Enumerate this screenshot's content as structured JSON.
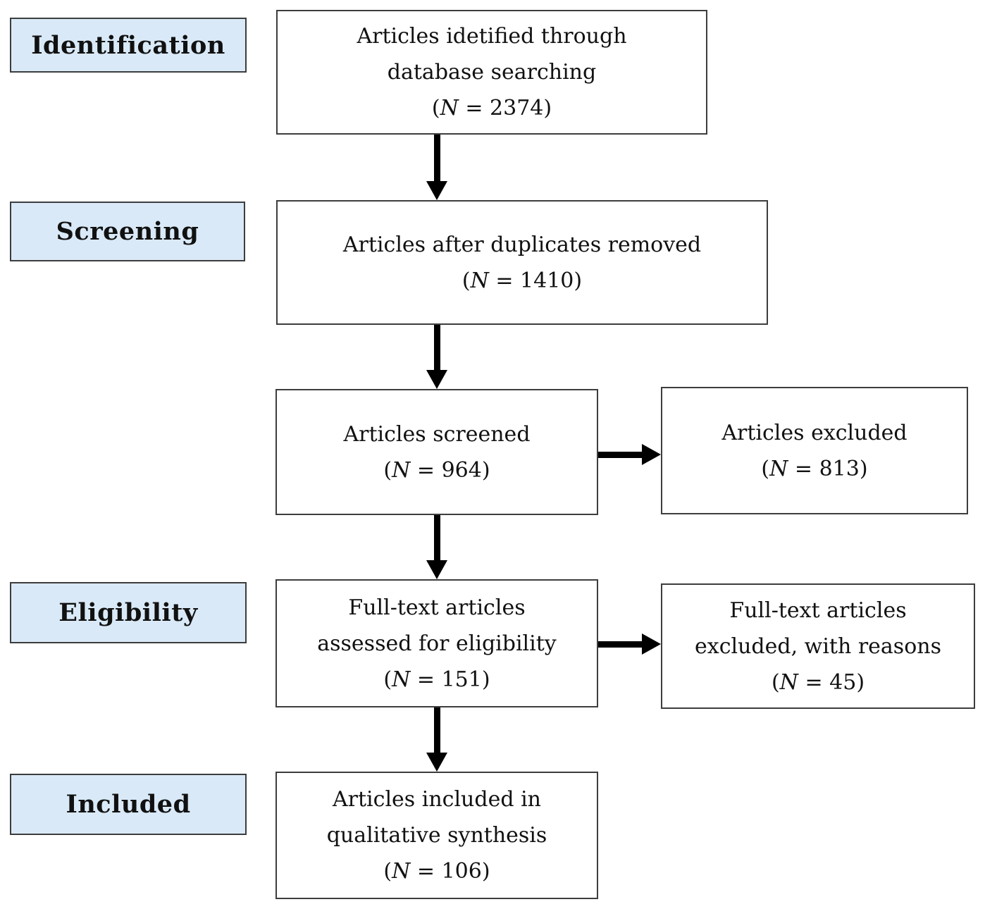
{
  "diagram": {
    "type": "prisma-flowchart",
    "stages": {
      "identification": {
        "label": "Identification"
      },
      "screening": {
        "label": "Screening"
      },
      "eligibility": {
        "label": "Eligibility"
      },
      "included": {
        "label": "Included"
      }
    },
    "boxes": {
      "identified": {
        "lines": [
          "Articles idetified through",
          "database searching"
        ],
        "count": {
          "open": "(",
          "var": "N",
          "eq": " = ",
          "value": "2374",
          "close": ")"
        }
      },
      "duplicates_removed": {
        "lines": [
          "Articles after duplicates removed"
        ],
        "count": {
          "open": "(",
          "var": "N",
          "eq": " = ",
          "value": "1410",
          "close": ")"
        }
      },
      "screened": {
        "lines": [
          "Articles screened"
        ],
        "count": {
          "open": "(",
          "var": "N",
          "eq": " = ",
          "value": "964",
          "close": ")"
        }
      },
      "excluded": {
        "lines": [
          "Articles excluded"
        ],
        "count": {
          "open": "(",
          "var": "N",
          "eq": " = ",
          "value": "813",
          "close": ")"
        }
      },
      "fulltext_assessed": {
        "lines": [
          "Full-text articles",
          "assessed for eligibility"
        ],
        "count": {
          "open": "(",
          "var": "N",
          "eq": " = ",
          "value": "151",
          "close": ")"
        }
      },
      "fulltext_excluded": {
        "lines": [
          "Full-text articles",
          "excluded, with reasons"
        ],
        "count": {
          "open": "(",
          "var": "N",
          "eq": " = ",
          "value": "45",
          "close": ")"
        }
      },
      "included_qualitative": {
        "lines": [
          "Articles included in",
          "qualitative synthesis"
        ],
        "count": {
          "open": "(",
          "var": "N",
          "eq": " = ",
          "value": "106",
          "close": ")"
        }
      }
    },
    "colors": {
      "stage_fill": "#D9E9F7",
      "border": "#3D3D3D",
      "arrow": "#000000"
    }
  }
}
